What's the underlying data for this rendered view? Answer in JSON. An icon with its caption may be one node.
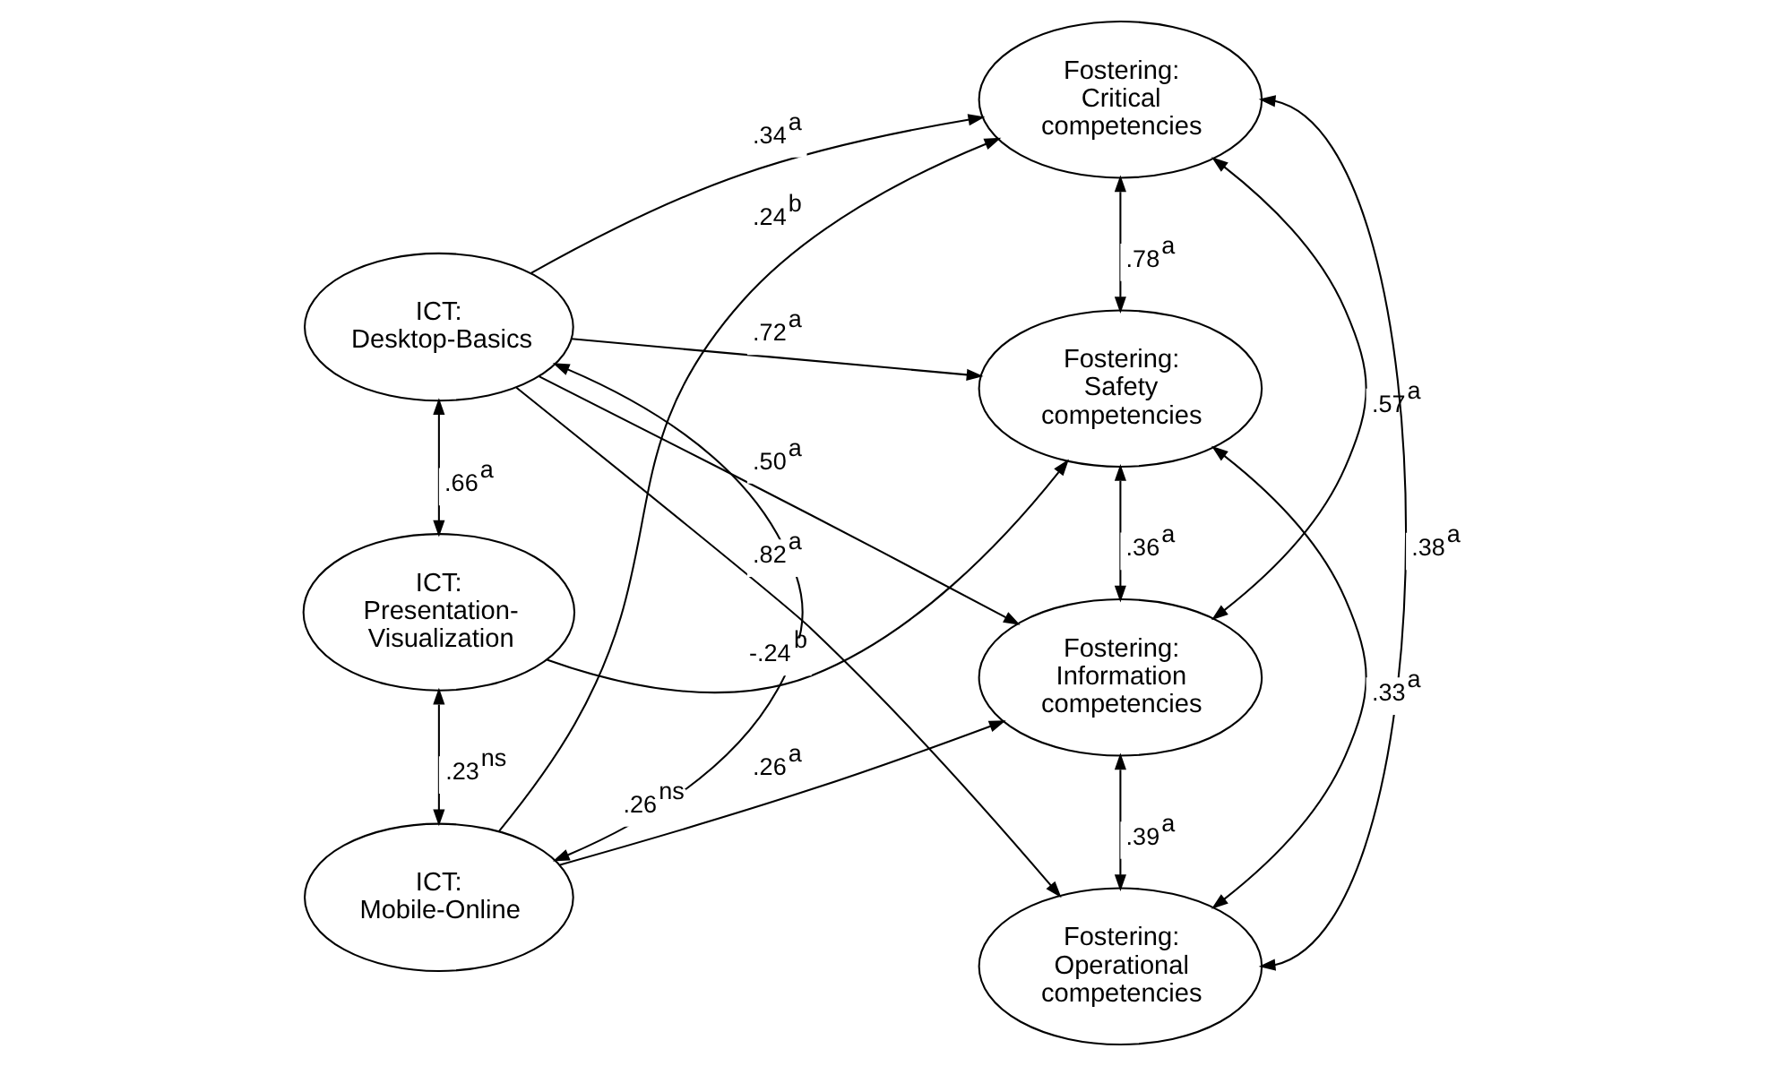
{
  "diagram": {
    "nodes": [
      {
        "text": [
          "ICT: Desktop-Basics"
        ]
      },
      {
        "text": [
          "ICT: Presentation-Visualization"
        ]
      },
      {
        "text": [
          "ICT: Mobile-Online"
        ]
      },
      {
        "text": [
          "Fostering: Critical competencies"
        ]
      },
      {
        "text": [
          "Fostering: Safety competencies"
        ]
      },
      {
        "text": [
          "Fostering: Information competencies"
        ]
      },
      {
        "text": [
          "Fostering: Operational competencies"
        ]
      }
    ],
    "edges": [
      {
        "from": 0,
        "to": 3,
        "arrow": "to",
        "label": ".34$^{a}$"
      },
      {
        "from": 0,
        "to": 4,
        "arrow": "to",
        "label": ".72$^{a}$"
      },
      {
        "from": 0,
        "to": 5,
        "arrow": "to",
        "label": ".50$^{a}$"
      },
      {
        "from": 0,
        "to": 6,
        "arrow": "to",
        "label": ".82$^{a}$"
      },
      {
        "from": 1,
        "to": 4,
        "arrow": "to",
        "label": "-.24$^{b}$"
      },
      {
        "from": 2,
        "to": 3,
        "arrow": "to",
        "label": ".24$^{b}$"
      },
      {
        "from": 2,
        "to": 5,
        "arrow": "to",
        "label": ".26$^{a}$"
      },
      {
        "from": 0,
        "to": 1,
        "arrow": "both",
        "label": ".66$^{a}$"
      },
      {
        "from": 1,
        "to": 2,
        "arrow": "both",
        "label": ".23$^{ns}$"
      },
      {
        "from": 0,
        "to": 2,
        "arrow": "both",
        "label": ".26$^{ns}$"
      },
      {
        "from": 3,
        "to": 4,
        "arrow": "both",
        "label": ".78$^{a}$"
      },
      {
        "from": 3,
        "to": 5,
        "arrow": "both",
        "label": ".57$^{a}$"
      },
      {
        "from": 3,
        "to": 6,
        "arrow": "both",
        "label": ".38$^{a}$"
      },
      {
        "from": 4,
        "to": 5,
        "arrow": "both",
        "label": ".36$^{a}$"
      },
      {
        "from": 4,
        "to": 6,
        "arrow": "both",
        "label": ".33$^{a}$"
      },
      {
        "from": 5,
        "to": 6,
        "arrow": "both",
        "label": ".39$^{a}$"
      }
    ]
  }
}
